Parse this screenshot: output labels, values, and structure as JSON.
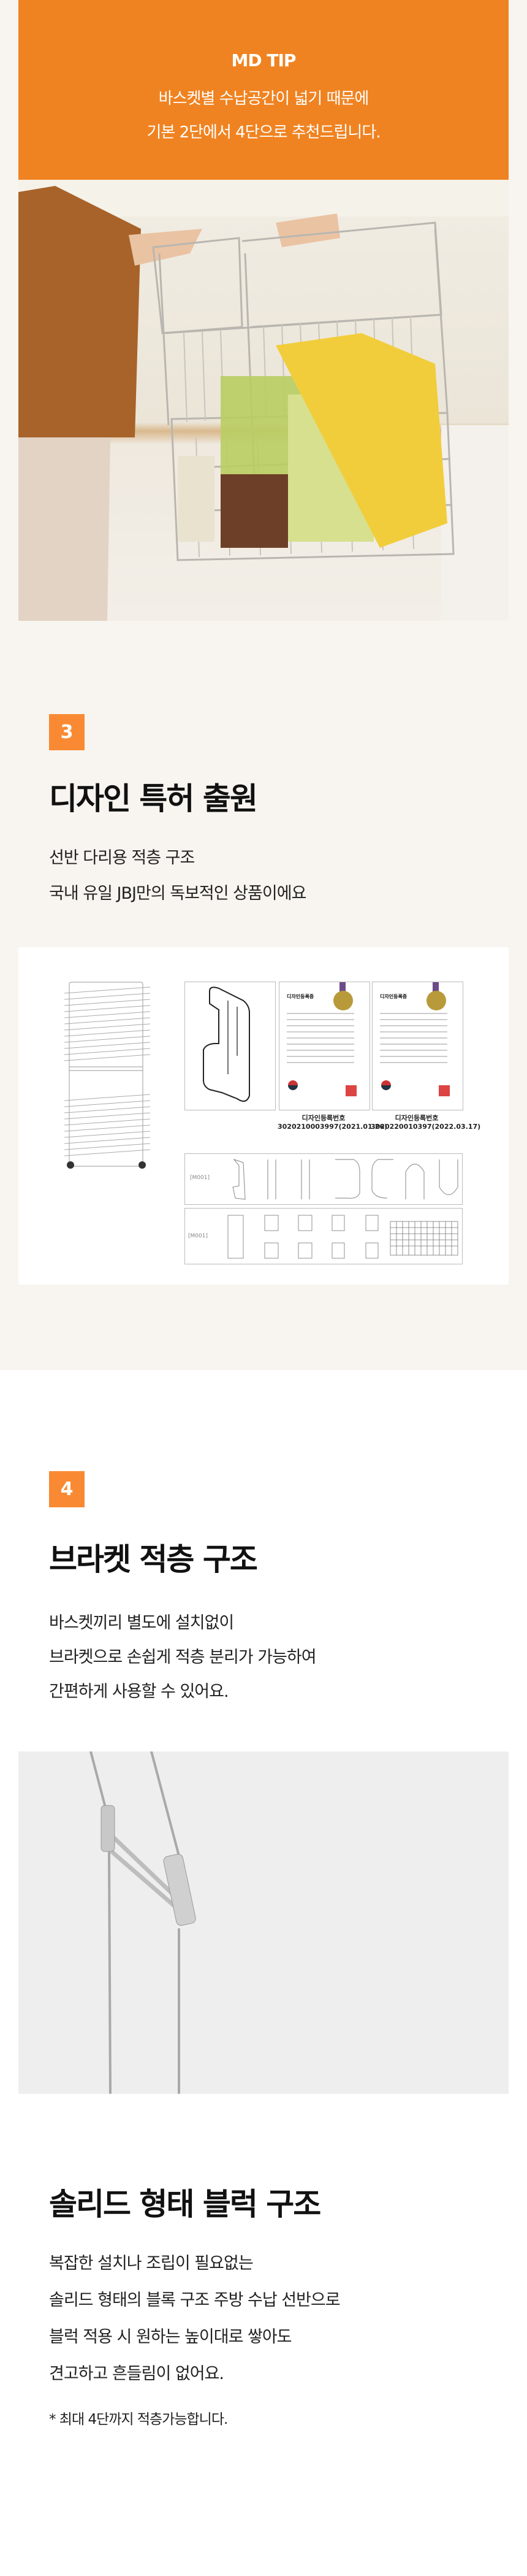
{
  "md_tip": {
    "heading": "MD TIP",
    "lines": [
      "바스켓별 수납공간이 넓기 때문에",
      "기본 2단에서 4단으로 추천드립니다."
    ],
    "background_color": "#f08321"
  },
  "sections": [
    {
      "badge": "3",
      "title": "디자인 특허 출원",
      "lines": [
        "선반 다리용 적층 구조",
        "국내 유일 JBJ만의 독보적인 상품이에요"
      ]
    },
    {
      "badge": "4",
      "title": "브라켓 적층 구조",
      "lines": [
        "바스켓끼리 별도에 설치없이",
        "브라켓으로 손쉽게 적층 분리가 가능하여",
        "간편하게 사용할 수 있어요."
      ]
    },
    {
      "title": "솔리드 형태 블럭 구조",
      "lines": [
        "복잡한 설치나 조립이 필요없는",
        "솔리드 형태의 블록 구조 주방 수납 선반으로",
        "블럭 적용 시 원하는 높이대로 쌓아도",
        "견고하고 흔들림이 없어요."
      ],
      "note": "* 최대 4단까지 적층가능합니다."
    }
  ],
  "patent": {
    "certificates": [
      {
        "title": "디자인등록증",
        "label": "디자인등록번호",
        "number": "3020210003997(2021.01.26)"
      },
      {
        "title": "디자인등록증",
        "label": "디자인등록번호",
        "number": "3020220010397(2022.03.17)"
      }
    ],
    "drawing_code": "[M001]"
  },
  "colors": {
    "accent": "#f98a33",
    "page_bg": "#f8f5f0"
  }
}
